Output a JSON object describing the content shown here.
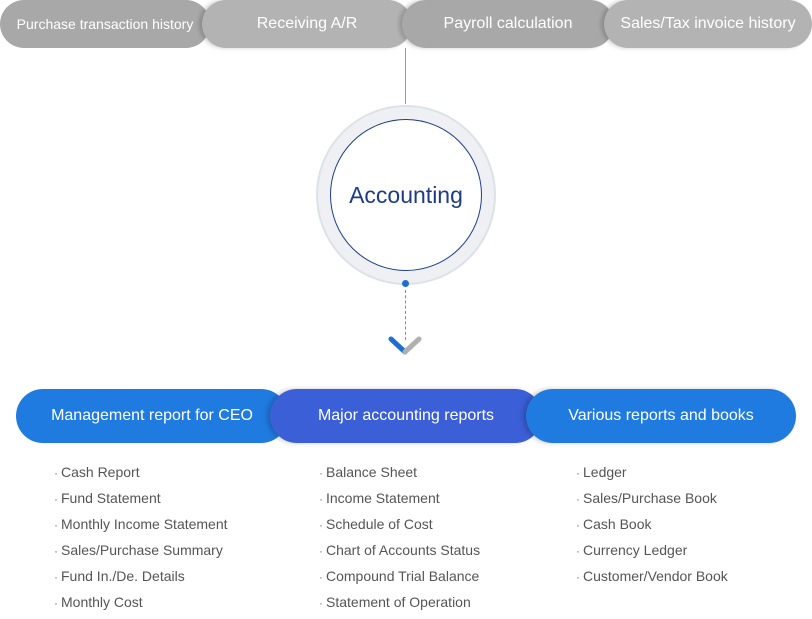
{
  "top_tabs": [
    {
      "label": "Purchase transaction history"
    },
    {
      "label": "Receiving A/R"
    },
    {
      "label": "Payroll calculation"
    },
    {
      "label": "Sales/Tax invoice history"
    }
  ],
  "center": {
    "label": "Accounting"
  },
  "colors": {
    "top_pill": "#a8a8a8",
    "center_text": "#1f3b86",
    "bottom_pill": "#1f7be0",
    "bottom_pill_active": "#3b5fd6",
    "list_text": "#555555"
  },
  "categories": [
    {
      "label": "Management report for CEO",
      "items": [
        "Cash Report",
        "Fund Statement",
        "Monthly Income Statement",
        "Sales/Purchase Summary",
        "Fund In./De. Details",
        "Monthly Cost"
      ]
    },
    {
      "label": "Major accounting reports",
      "items": [
        "Balance Sheet",
        "Income Statement",
        "Schedule of Cost",
        "Chart of Accounts Status",
        "Compound Trial Balance",
        "Statement of Operation"
      ]
    },
    {
      "label": "Various reports and books",
      "items": [
        "Ledger",
        "Sales/Purchase Book",
        "Cash Book",
        "Currency Ledger",
        "Customer/Vendor Book"
      ]
    }
  ],
  "bullet": "·"
}
